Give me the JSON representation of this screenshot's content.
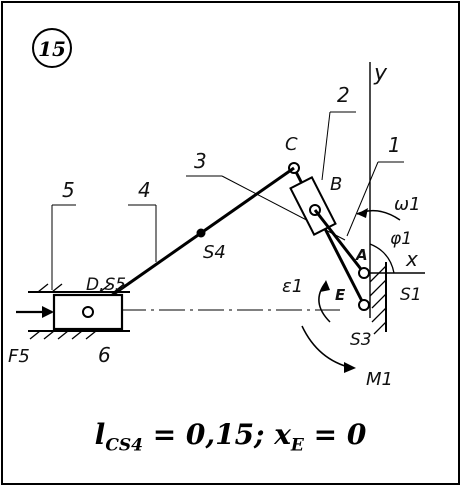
{
  "problem_number": "15",
  "labels": {
    "axis_y": "y",
    "axis_x": "x",
    "point_A": "A",
    "point_B": "B",
    "point_C": "C",
    "point_E": "E",
    "point_D": "D,S5",
    "point_S4": "S4",
    "point_S3": "S3",
    "point_S1": "S1",
    "omega": "ω1",
    "phi": "φ1",
    "epsilon": "ε1",
    "moment": "M1",
    "force": "F5",
    "link_1": "1",
    "link_2": "2",
    "link_3": "3",
    "link_4": "4",
    "link_5": "5",
    "link_6": "6"
  },
  "caption": {
    "l_main": "l",
    "l_sub": "CS4",
    "l_value": " = 0,15; ",
    "x_main": "x",
    "x_sub": "E",
    "x_value": " = 0"
  }
}
